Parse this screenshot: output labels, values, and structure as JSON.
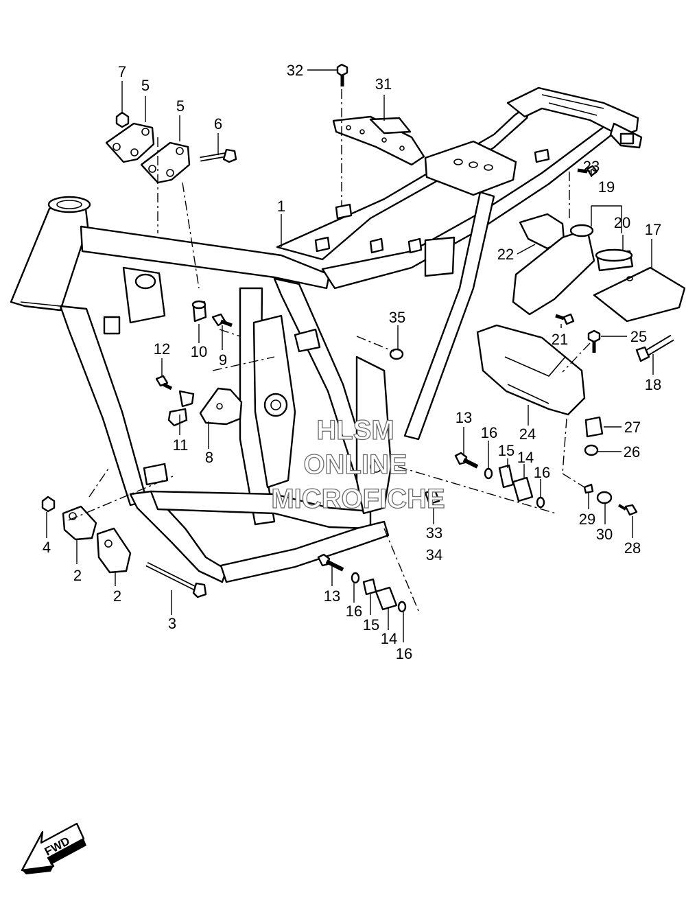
{
  "diagram": {
    "labels": [
      "1",
      "2",
      "2",
      "3",
      "4",
      "5",
      "5",
      "6",
      "7",
      "8",
      "9",
      "10",
      "11",
      "12",
      "13",
      "13",
      "14",
      "14",
      "15",
      "15",
      "16",
      "16",
      "16",
      "16",
      "17",
      "18",
      "19",
      "20",
      "21",
      "22",
      "23",
      "24",
      "25",
      "26",
      "27",
      "28",
      "29",
      "30",
      "31",
      "32",
      "33",
      "34",
      "35"
    ],
    "watermark": [
      "HLSM",
      "ONLINE",
      "MICROFICHE"
    ],
    "fwd_label": "FWD"
  }
}
